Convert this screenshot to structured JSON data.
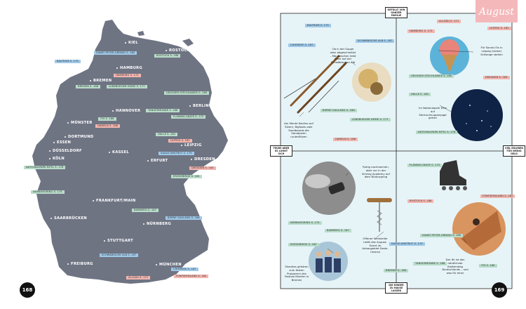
{
  "left_page": {
    "page_number": "168",
    "cities": [
      {
        "name": "KIEL"
      },
      {
        "name": "ROSTOCK"
      },
      {
        "name": "HAMBURG"
      },
      {
        "name": "BREMEN"
      },
      {
        "name": "BERLIN"
      },
      {
        "name": "HANNOVER"
      },
      {
        "name": "MÜNSTER"
      },
      {
        "name": "DORTMUND"
      },
      {
        "name": "ESSEN"
      },
      {
        "name": "DÜSSELDORF"
      },
      {
        "name": "KÖLN"
      },
      {
        "name": "KASSEL"
      },
      {
        "name": "LEIPZIG"
      },
      {
        "name": "ERFURT"
      },
      {
        "name": "DRESDEN"
      },
      {
        "name": "FRANKFURT/MAIN"
      },
      {
        "name": "NÜRNBERG"
      },
      {
        "name": "SAARBRÜCKEN"
      },
      {
        "name": "STUTTGART"
      },
      {
        "name": "FREIBURG"
      },
      {
        "name": "MÜNCHEN"
      }
    ],
    "tags": [
      {
        "text": "SANKT PETER-ORDING S. 180",
        "color": "blue"
      },
      {
        "text": "ROSTOCK S. 186",
        "color": "green"
      },
      {
        "text": "BALTRUM S. 175",
        "color": "blue"
      },
      {
        "text": "HAMBURG S. 172",
        "color": "pink"
      },
      {
        "text": "BREMEN S. 188",
        "color": "green"
      },
      {
        "text": "LÜNEBURGER HEIDE S. 177",
        "color": "green"
      },
      {
        "text": "GROSSER STECHLINSEE S. 180",
        "color": "green"
      },
      {
        "text": "TANGERMÜNDE S. 186",
        "color": "green"
      },
      {
        "text": "FLÄMING-SKATE S. 175",
        "color": "green"
      },
      {
        "text": "ITH S. 186",
        "color": "green"
      },
      {
        "text": "HAMELN S. 186",
        "color": "pink"
      },
      {
        "text": "HALLE S. 182",
        "color": "green"
      },
      {
        "text": "LEIPZIG S. 182",
        "color": "pink"
      },
      {
        "text": "SAALE-UNSTRUT S. 179",
        "color": "blue"
      },
      {
        "text": "NATIONALPARK EIFEL S. 178",
        "color": "green"
      },
      {
        "text": "DRESDEN S. 183",
        "color": "pink"
      },
      {
        "text": "ERZGEBIRGE S. 182",
        "color": "green"
      },
      {
        "text": "NÜRBURGRING S. 175",
        "color": "green"
      },
      {
        "text": "BAMBERG S. 187",
        "color": "green"
      },
      {
        "text": "BERNE GAULANG S. 186",
        "color": "blue"
      },
      {
        "text": "SCHWÄBISCHE ALB S. 187",
        "color": "blue"
      },
      {
        "text": "CHIEMSEE S. 187",
        "color": "blue"
      },
      {
        "text": "ALLGÄU S. 171",
        "color": "pink"
      },
      {
        "text": "FÜNFSEENLAND S. 182",
        "color": "pink"
      }
    ]
  },
  "right_page": {
    "page_number": "169",
    "month": "August",
    "axis_labels": {
      "top": "GEFÜLLT VON GANZER FAMILIE",
      "bottom": "DIE KINDER ZU HAUSE LASSEN",
      "left": "TEURE ABER ES LOHNT SICH",
      "right": "VIEL ERLEBEN FÜR WENIG GELD"
    },
    "tags": [
      {
        "text": "BALTRUM S. 175",
        "color": "blue"
      },
      {
        "text": "SCHWÄBISCHE ALB S. 187",
        "color": "blue"
      },
      {
        "text": "CHIEMSEE S. 187",
        "color": "blue"
      },
      {
        "text": "HAMBURG S. 172",
        "color": "pink"
      },
      {
        "text": "ALLGÄU S. 171",
        "color": "pink"
      },
      {
        "text": "LEIPZIG S. 182",
        "color": "pink"
      },
      {
        "text": "GROSSER STECHLINSEE S. 180",
        "color": "green"
      },
      {
        "text": "DRESDEN S. 183",
        "color": "pink"
      },
      {
        "text": "HALLE S. 182",
        "color": "green"
      },
      {
        "text": "BERNE GAULANG S. 186",
        "color": "green"
      },
      {
        "text": "LÜNEBURGER HEIDE S. 177",
        "color": "green"
      },
      {
        "text": "NATIONALPARK EIFEL S. 178",
        "color": "green"
      },
      {
        "text": "HAMELN S. 186",
        "color": "pink"
      },
      {
        "text": "FLÄMING-SKATE S. 175",
        "color": "green"
      },
      {
        "text": "FÜNFSEENLAND S. 182",
        "color": "pink"
      },
      {
        "text": "ROSTOCK S. 186",
        "color": "pink"
      },
      {
        "text": "NÜRBURGRING S. 175",
        "color": "green"
      },
      {
        "text": "BAMBERG S. 187",
        "color": "green"
      },
      {
        "text": "SANKT PETER-ORDING S. 180",
        "color": "green"
      },
      {
        "text": "SAALE-UNSTRUT S. 179",
        "color": "blue"
      },
      {
        "text": "ERZGEBIRGE S. 182",
        "color": "green"
      },
      {
        "text": "TANGERMÜNDE S. 186",
        "color": "green"
      },
      {
        "text": "BREMEN S. 188",
        "color": "green"
      },
      {
        "text": "ITH S. 186",
        "color": "green"
      }
    ],
    "notes": {
      "soup": "Ob in der Suppe oder abgeschmälzt – Maultaschen liebt jeder auf der Schwäbischen Alb",
      "ski": "Am Monte Kaolino auf Skiern, Bigfoots oder Sandboards die Sandpisten runterflitzen",
      "icecream": "Für Sonnis Eis in Leipzig (lecker) Schlange stehen",
      "stars": "Im Nationalpark Eifel auf Sternschnuppenjagd gehen",
      "drift": "Ruhig nachmachen, aber nur in der Driving Academy auf dem Nürburgring",
      "wine": "Offener Weinkeller heißt das August-Event im Anbaugebiet Saale-Unstrut",
      "shanty": "Shanties gehören zum festen Programm des Festival Maritim in Bremen",
      "climb": "Der Ith ist das nördlichste Klettersteig Deutschlands – und was für einer"
    }
  },
  "colors": {
    "map": "#6f7483",
    "grid_bg": "#e6f4f8",
    "tag_blue": "#9ec9e9",
    "tag_green": "#b8dcc9",
    "tag_pink": "#f3b5ae",
    "month_bg": "#f4b8bb",
    "page_number_bg": "#111111"
  }
}
